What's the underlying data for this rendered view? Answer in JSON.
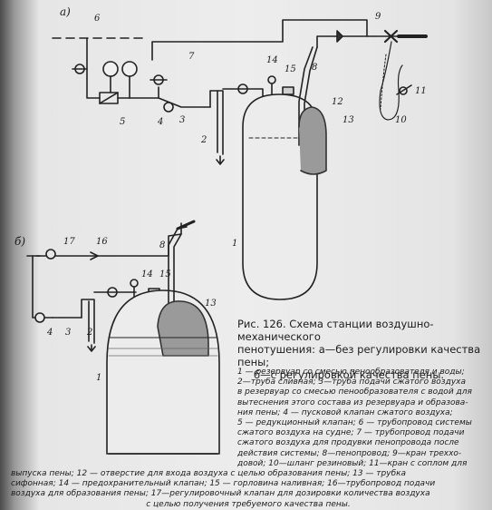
{
  "figure": {
    "panel_a_label": "а)",
    "panel_b_label": "б)",
    "labels_a": {
      "n1": "1",
      "n2": "2",
      "n3": "3",
      "n4": "4",
      "n5": "5",
      "n6": "6",
      "n7": "7",
      "n8": "8",
      "n9": "9",
      "n10": "10",
      "n11": "11",
      "n12": "12",
      "n13": "13",
      "n14": "14",
      "n15": "15"
    },
    "labels_b": {
      "n1": "1",
      "n2": "2",
      "n3": "3",
      "n4": "4",
      "n8": "8",
      "n13": "13",
      "n14": "14",
      "n15": "15",
      "n16": "16",
      "n17": "17"
    }
  },
  "caption": {
    "line1": "Рис. 126. Схема станции воздушно-механического",
    "line2": "пенотушения: а—без регулировки качества пены;",
    "line3": "б—с регулировкой качества пены."
  },
  "legend": {
    "lines_right": [
      "1 — резервуар со смесью пенообразователя и воды;",
      "2—труба сливная; 3—труба подачи сжатого воздуха",
      "в резервуар со смесью пенообразователя с водой для",
      "вытеснения этого состава из резервуара и образова-",
      "ния пены; 4 — пусковой клапан сжатого воздуха;",
      "5 — редукционный клапан; 6 — трубопровод системы",
      "сжатого воздуха на судне; 7 — трубопровод подачи",
      "сжатого воздуха для продувки пенопровода после",
      "действия системы; 8—пенопровод; 9—кран треххо-",
      "довой; 10—шланг резиновый; 11—кран с соплом для"
    ],
    "lines_bottom": [
      "выпуска пены; 12 — отверстие для входа воздуха с целью образования пены; 13 — трубка",
      "сифонная; 14 — предохранительный клапан; 15 — горловина наливная; 16—трубопровод подачи",
      "воздуха для образования пены; 17—регулировочный клапан для дозировки количества воздуха",
      "с целью получения требуемого качества пены."
    ]
  }
}
